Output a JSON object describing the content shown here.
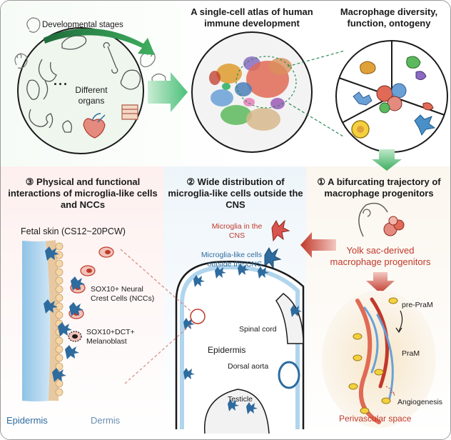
{
  "top": {
    "developmental_stages": "Developmental stages",
    "organs_dots": "...",
    "organs_label": "Different organs",
    "atlas_title": "A single-cell atlas of human immune development",
    "diversity_title": "Macrophage diversity, function, ontogeny"
  },
  "panel1": {
    "title": "① A bifurcating trajectory of macrophage progenitors",
    "progenitor_label": "Yolk sac-derived macrophage progenitors",
    "pre_pram": "pre-PraM",
    "pram": "PraM",
    "angiogenesis": "Angiogenesis",
    "perivascular": "Perivascular space"
  },
  "panel2": {
    "title": "② Wide distribution of microglia-like cells outside the CNS",
    "microglia_cns": "Microglia in the CNS",
    "microglia_like": "Microglia-like cells outside the CNS",
    "spinal_cord": "Spinal cord",
    "epidermis": "Epidermis",
    "dorsal_aorta": "Dorsal aorta",
    "testicle": "Testicle"
  },
  "panel3": {
    "title": "③ Physical and functional interactions of microglia-like cells and NCCs",
    "fetal_skin": "Fetal skin (CS12~20PCW)",
    "ncc_label": "SOX10+ Neural Crest Cells (NCCs)",
    "melanoblast_label": "SOX10+DCT+ Melanoblast",
    "epidermis": "Epidermis",
    "dermis": "Dermis"
  },
  "colors": {
    "green_arrow": "#3fae5f",
    "red_arrow": "#c0392b",
    "microglia_blue": "#2e6b9e",
    "macrophage_red": "#d9534f"
  }
}
